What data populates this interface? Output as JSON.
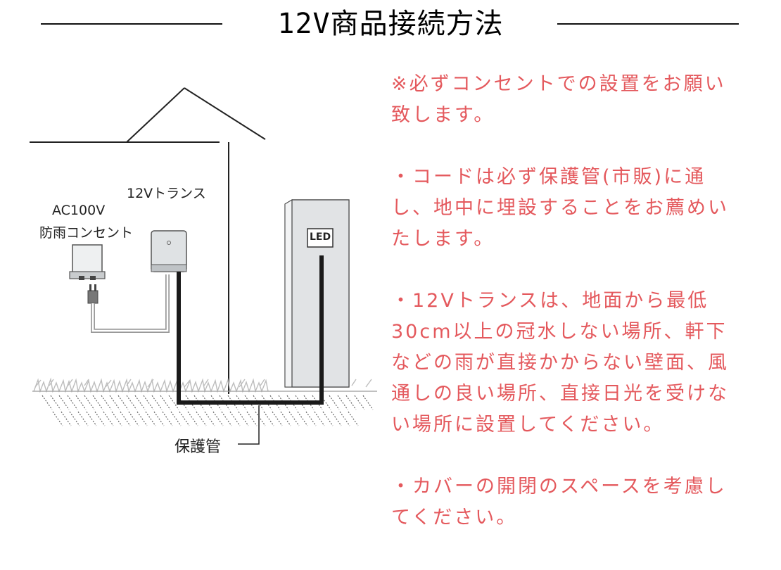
{
  "title": "12V商品接続方法",
  "colors": {
    "note_text": "#e4595d",
    "rule": "#111111",
    "pole": "#e2e4e6",
    "conduit": "#1a1a1a"
  },
  "diagram": {
    "label_transformer": "12Vトランス",
    "label_outlet_line1": "AC100V",
    "label_outlet_line2": "防雨コンセント",
    "label_conduit": "保護管",
    "led_badge": "LED"
  },
  "notes": [
    {
      "lines": [
        "※必ずコンセントでの設置をお願い",
        "致します。"
      ]
    },
    {
      "lines": [
        "・コードは必ず保護管(市販)に通",
        "し、地中に埋設することをお薦めい",
        "たします。"
      ]
    },
    {
      "lines": [
        "・12Vトランスは、地面から最低",
        "30cm以上の冠水しない場所、軒下",
        "などの雨が直接かからない壁面、風",
        "通しの良い場所、直接日光を受けな",
        "い場所に設置してください。"
      ]
    },
    {
      "lines": [
        "・カバーの開閉のスペースを考慮し",
        "てください。"
      ]
    }
  ]
}
